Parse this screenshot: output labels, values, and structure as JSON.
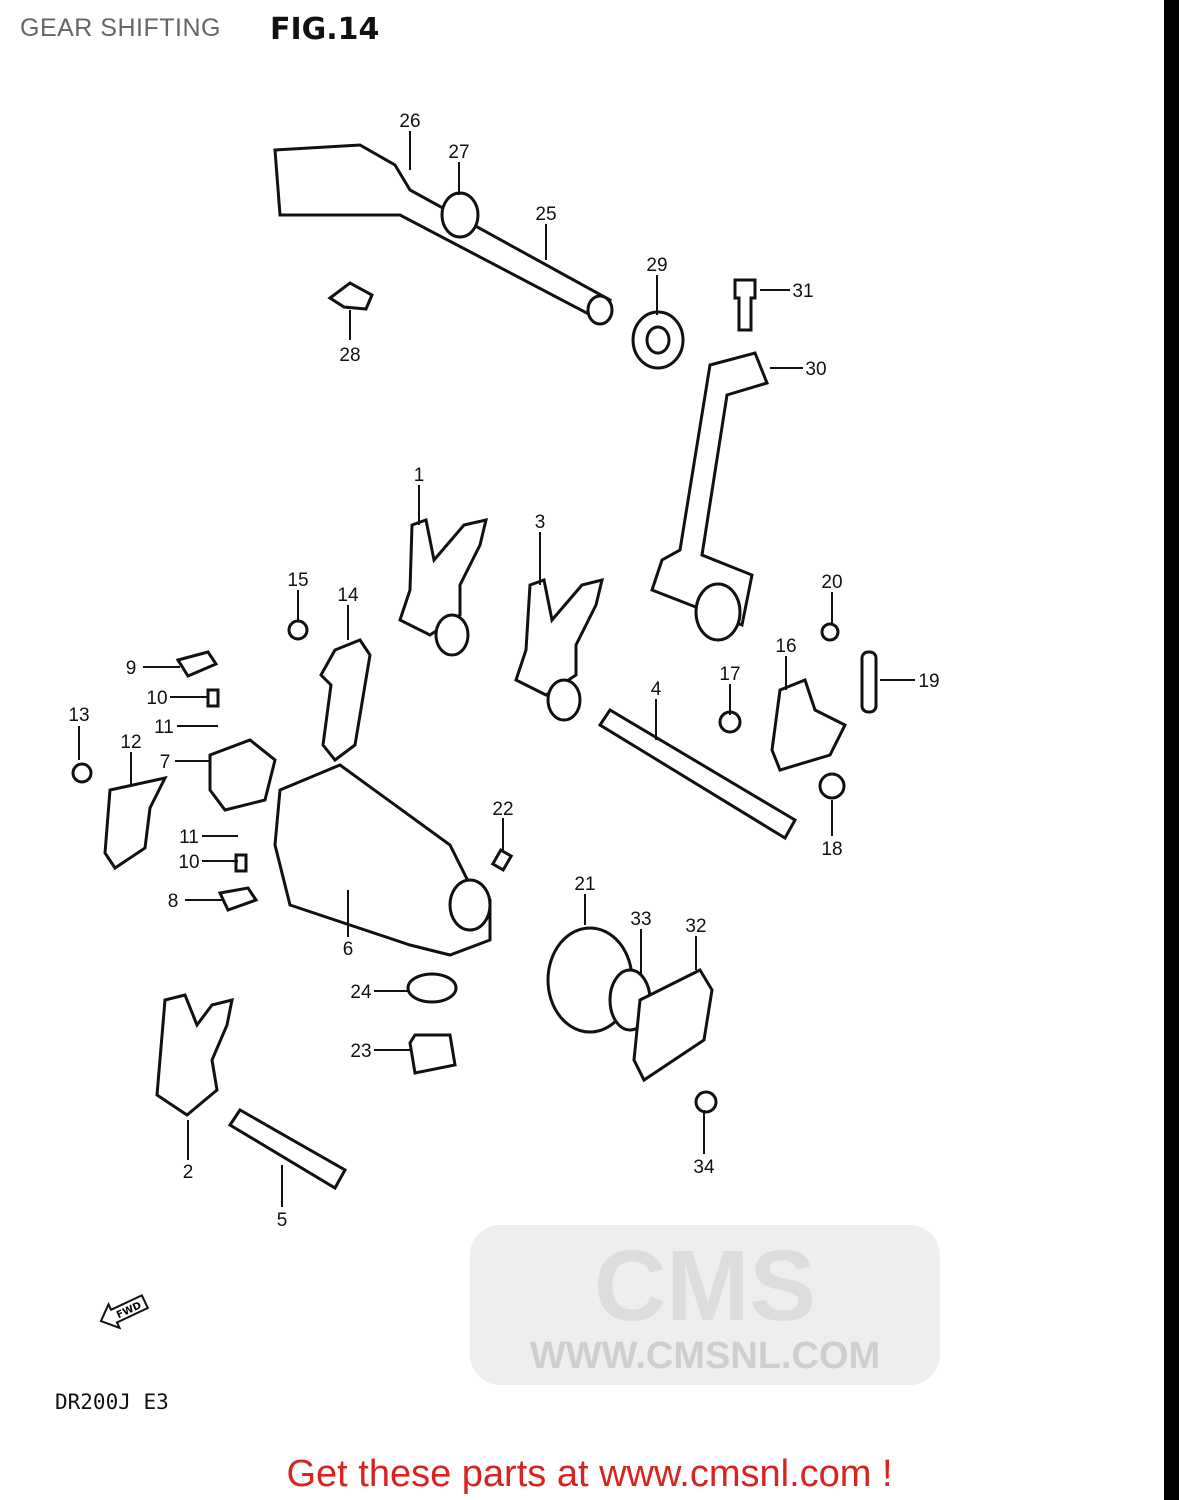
{
  "header": {
    "title": "GEAR SHIFTING",
    "figure": "FIG.14"
  },
  "watermark": {
    "brand": "CMS",
    "url": "WWW.CMSNL.COM"
  },
  "fwd_arrow": {
    "label": "FWD"
  },
  "callouts": [
    "26",
    "27",
    "25",
    "29",
    "31",
    "30",
    "28",
    "1",
    "3",
    "15",
    "14",
    "20",
    "16",
    "17",
    "19",
    "4",
    "9",
    "10",
    "11",
    "13",
    "12",
    "7",
    "11",
    "10",
    "8",
    "6",
    "22",
    "18",
    "21",
    "33",
    "32",
    "24",
    "23",
    "34",
    "2",
    "5"
  ],
  "footer": {
    "model": "DR200J E3",
    "cta": "Get these parts at www.cmsnl.com !"
  },
  "colors": {
    "cta": "#d9231f",
    "title": "#666666"
  }
}
